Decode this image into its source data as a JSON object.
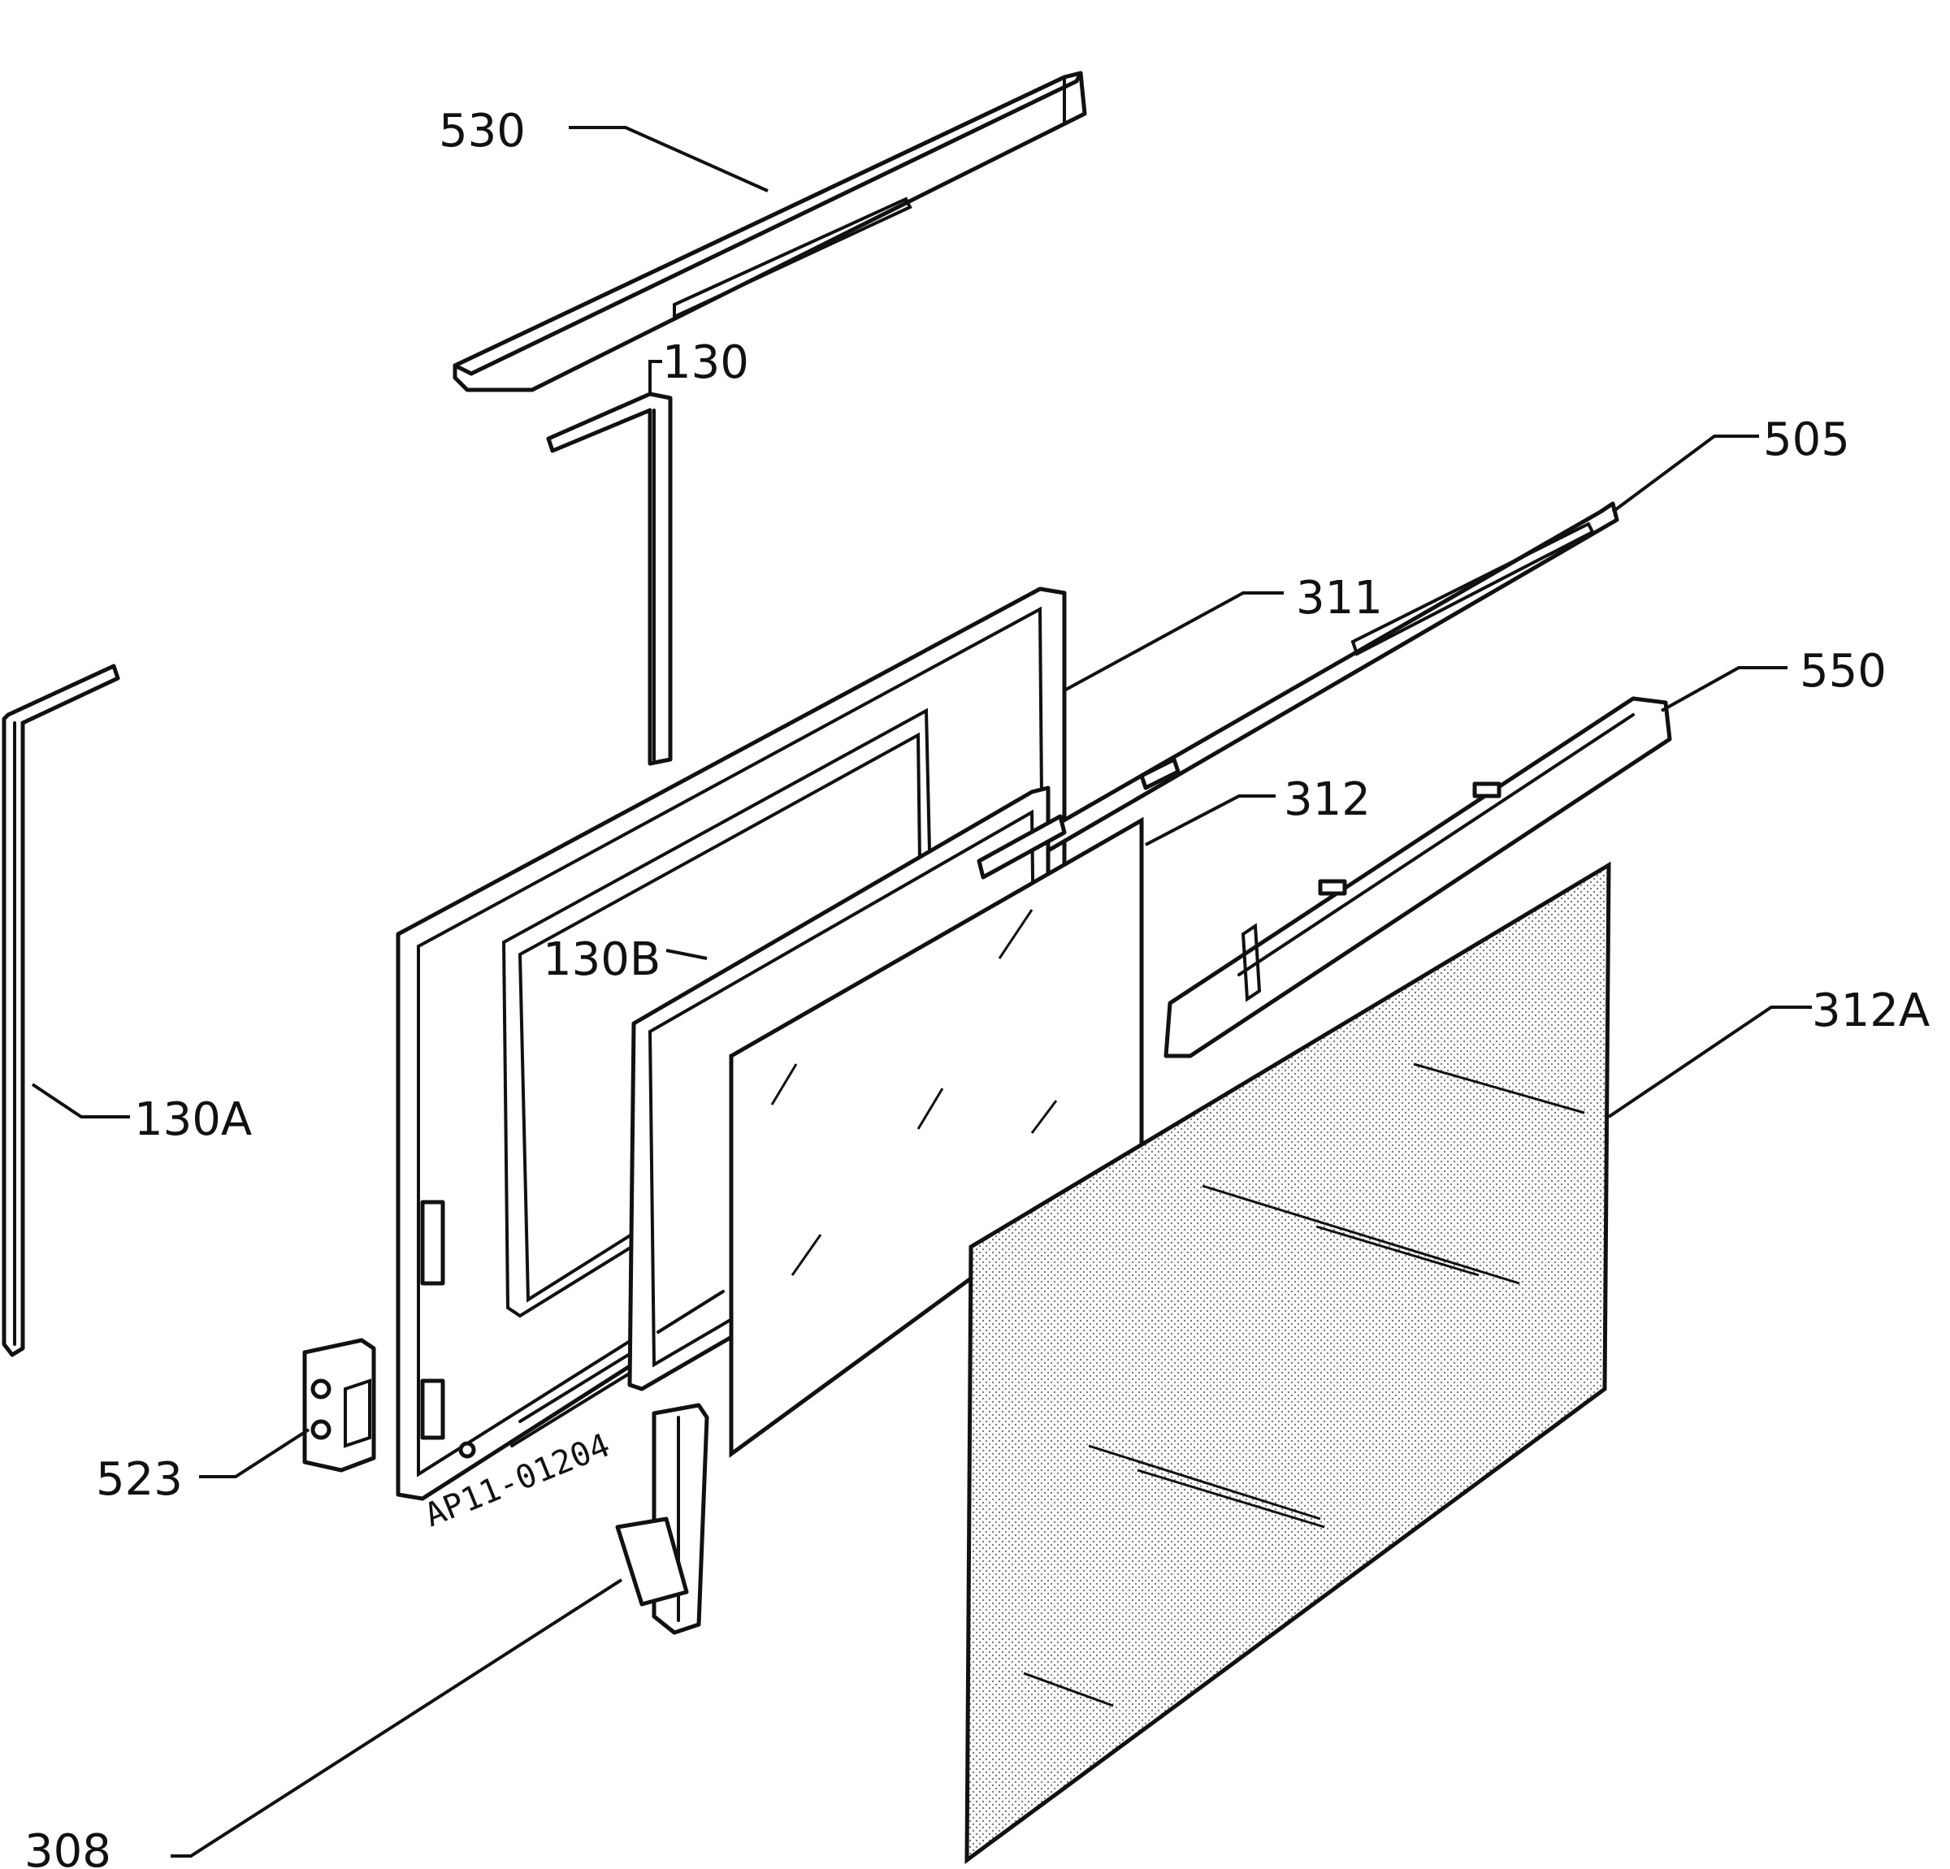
{
  "callouts": {
    "c530": "530",
    "c130": "130",
    "c505": "505",
    "c311": "311",
    "c550": "550",
    "c312": "312",
    "c130b": "130B",
    "c312a": "312A",
    "c130a": "130A",
    "c523": "523",
    "c308": "308"
  },
  "drawing_ref": "AP11-01204",
  "colors": {
    "ink": "#111111",
    "paper": "#ffffff",
    "dot": "#7a7a7a"
  }
}
